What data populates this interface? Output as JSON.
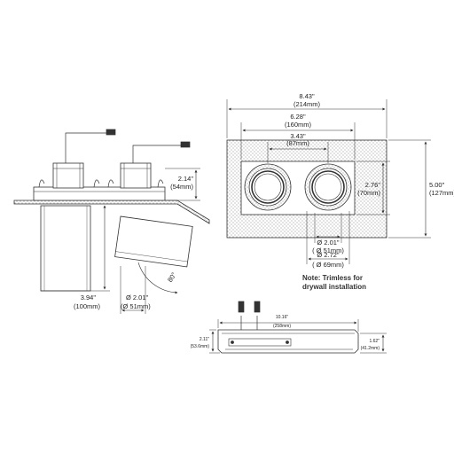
{
  "top_view": {
    "overall_width_in": "8.43\"",
    "overall_width_mm": "(214mm)",
    "inner_width_in": "6.28\"",
    "inner_width_mm": "(160mm)",
    "center_spacing_in": "3.43\"",
    "center_spacing_mm": "(87mm)",
    "height_in": "5.00\"",
    "height_mm": "(127mm)",
    "inner_height_in": "2.76\"",
    "inner_height_mm": "(70mm)",
    "aperture_in": "Ø 2.01\"",
    "aperture_mm": "( Ø 51mm)",
    "cutout_in": "Ø 2.72\"",
    "cutout_mm": "( Ø 69mm)",
    "note_line1": "Note: Trimless for",
    "note_line2": "drywall installation"
  },
  "side_view": {
    "depth_in": "2.14\"",
    "depth_mm": "(54mm)",
    "length_in": "3.94\"",
    "length_mm": "(100mm)",
    "diameter_in": "Ø 2.01\"",
    "diameter_mm": "(Ø 51mm)",
    "tilt_angle": "80°"
  },
  "bottom_view": {
    "length_in": "10.16\"",
    "length_mm": "(258mm)",
    "left_height_in": "2.11\"",
    "left_height_mm": "(53.6mm)",
    "right_height_in": "1.62\"",
    "right_height_mm": "(41.2mm)"
  },
  "colors": {
    "line": "#333333",
    "stipple": "#8a8a8a"
  }
}
